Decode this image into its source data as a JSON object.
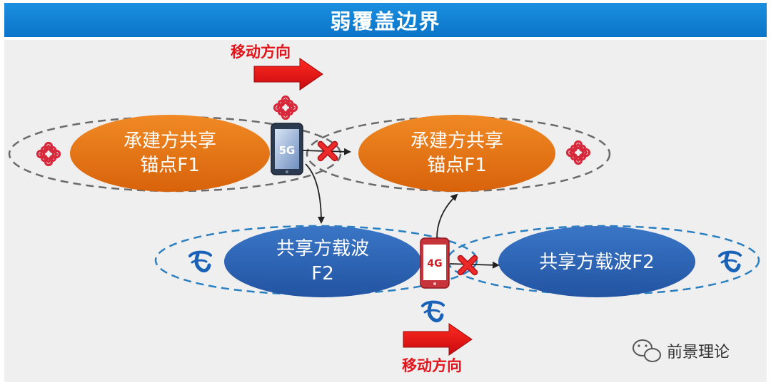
{
  "title": "弱覆盖边界",
  "direction_label": "移动方向",
  "anchor_cells": [
    {
      "line1": "承建方共享",
      "line2": "锚点F1"
    },
    {
      "line1": "承建方共享",
      "line2": "锚点F1"
    }
  ],
  "carrier_cells": [
    {
      "line1": "共享方载波",
      "line2": "F2"
    },
    {
      "line1": "共享方载波F2"
    }
  ],
  "phones": {
    "phone_5g": "5G",
    "phone_4g": "4G"
  },
  "watermark": "前景理论",
  "colors": {
    "title_bar": "#0b74c8",
    "anchor_cell": "#e8700f",
    "carrier_cell": "#2c64b4",
    "arrow_red": "#e3141b",
    "unicom_logo": "#d7293b",
    "telecom_logo": "#1a62b8"
  },
  "icons": [
    "china-unicom-logo-icon",
    "china-telecom-logo-icon",
    "blocked-x-icon",
    "smartphone-icon",
    "wechat-icon"
  ]
}
